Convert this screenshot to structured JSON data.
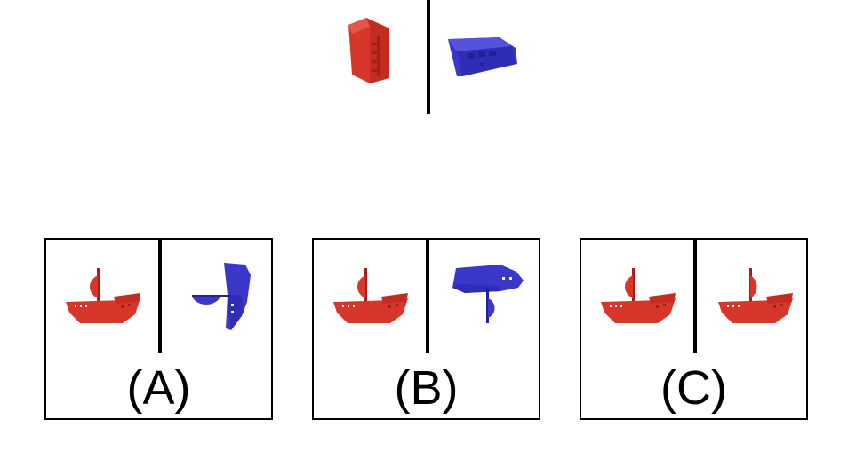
{
  "colors": {
    "red": "#d7372b",
    "red_dark": "#a61f16",
    "blue": "#3b38c9",
    "blue_dark": "#22209a"
  },
  "reference": {
    "left_icon": "red-box-shape-icon",
    "right_icon": "blue-box-shape-icon"
  },
  "options": [
    {
      "label": "(A)",
      "left_icon": "red-ship-icon",
      "right_icon": "blue-rotated-ship-icon"
    },
    {
      "label": "(B)",
      "left_icon": "red-ship-icon",
      "right_icon": "blue-inverted-ship-icon"
    },
    {
      "label": "(C)",
      "left_icon": "red-ship-icon",
      "right_icon": "red-ship-icon"
    }
  ]
}
